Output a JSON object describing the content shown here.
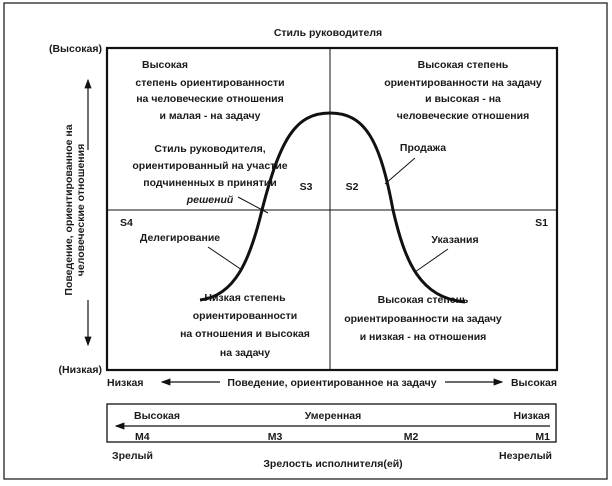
{
  "title": "Стиль руководителя",
  "y_axis": {
    "high": "(Высокая)",
    "low": "(Низкая)",
    "label_line1": "Поведение, ориентированное на",
    "label_line2": "человеческие отношения"
  },
  "quadrants": {
    "top_left": [
      "Высокая",
      "степень ориентированности",
      "на человеческие отношения",
      "и малая - на задачу"
    ],
    "top_right": [
      "Высокая степень",
      "ориентированности на задачу",
      "и высокая - на",
      "человеческие отношения"
    ],
    "bottom_left": [
      "Низкая степень",
      "ориентированности",
      "на отношения и высокая",
      "на задачу"
    ],
    "bottom_right": [
      "Высокая степень",
      "ориентированности на задачу",
      "и низкая - на отношения"
    ]
  },
  "curve_labels": {
    "participating": [
      "Стиль руководителя,",
      "ориентированный на участие",
      "подчиненных в принятии",
      "решений"
    ],
    "selling": "Продажа",
    "delegating": "Делегирование",
    "telling": "Указания"
  },
  "styles": {
    "s1": "S1",
    "s2": "S2",
    "s3": "S3",
    "s4": "S4"
  },
  "x_axis": {
    "low": "Низкая",
    "label": "Поведение, ориентированное на задачу",
    "high": "Высокая"
  },
  "maturity": {
    "high": "Высокая",
    "moderate": "Умеренная",
    "low": "Низкая",
    "levels": [
      "M4",
      "M3",
      "M2",
      "M1"
    ],
    "mature": "Зрелый",
    "immature": "Незрелый",
    "label": "Зрелость исполнителя(ей)"
  }
}
